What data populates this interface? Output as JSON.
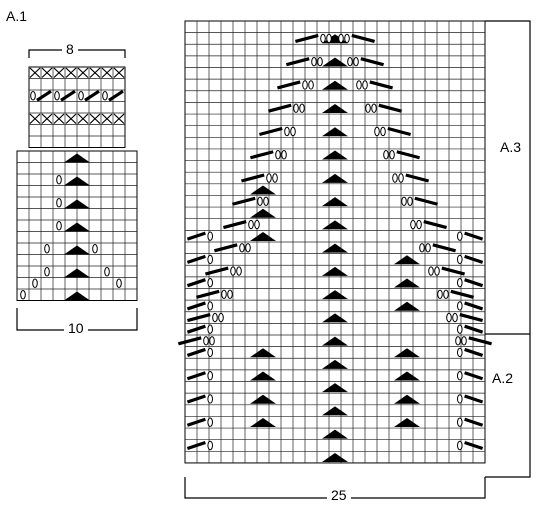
{
  "chart_a1": {
    "title": "A.1",
    "top_width_label": "8",
    "bottom_width_label": "10"
  },
  "chart_main": {
    "bottom_width_label": "25",
    "section_upper": "A.3",
    "section_lower": "A.2"
  },
  "symbols": {
    "decrease": "black-triangle",
    "yarn_over": "oval",
    "cable": "thick-diagonal-bar",
    "cross": "x-in-square"
  }
}
